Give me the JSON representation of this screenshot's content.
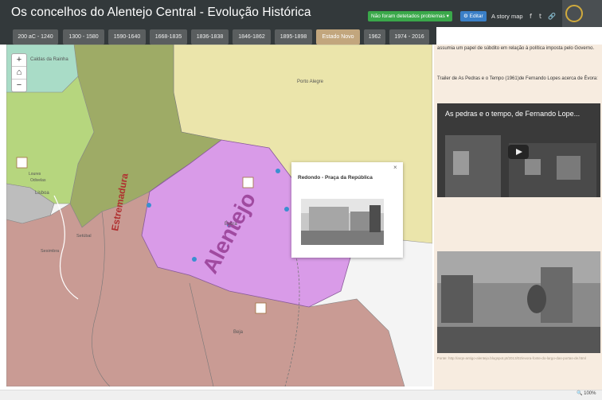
{
  "header": {
    "title": "Os concelhos do Alentejo Central - Evolução Histórica",
    "problems_button": "Não foram detetados problemas ▾",
    "edit_button": "⚙ Editar",
    "story_label": "A story map",
    "social": [
      "f",
      "t",
      "🔗"
    ]
  },
  "tabs": [
    {
      "label": "200 aC - 1240",
      "active": false
    },
    {
      "label": "1300 - 1580",
      "active": false
    },
    {
      "label": "1590-1640",
      "active": false
    },
    {
      "label": "1668-1835",
      "active": false
    },
    {
      "label": "1836-1838",
      "active": false
    },
    {
      "label": "1846-1862",
      "active": false
    },
    {
      "label": "1895-1898",
      "active": false
    },
    {
      "label": "Estado Novo",
      "active": true
    },
    {
      "label": "1962",
      "active": false
    },
    {
      "label": "1974 - 2016",
      "active": false
    }
  ],
  "map": {
    "zoom_in": "+",
    "home": "⌂",
    "zoom_out": "−",
    "labels": {
      "alentejo": "Alentejo",
      "estremadura": "Estremadura",
      "caldas": "Caldas da Rainha",
      "porto_alegre": "Porto Alegre",
      "lisboa": "Lisboa",
      "loures": "Loures",
      "odivelas": "Odivelas",
      "setubal": "Setúbal",
      "sesimbra": "Sesimbra",
      "evora": "Évora",
      "beja": "Beja"
    }
  },
  "popup": {
    "title": "Redondo - Praça da República",
    "close": "×"
  },
  "panel": {
    "text1": "assumia um papel de súbdito em relação à política imposta pelo Governo.",
    "text2": "Trailer de As Pedras e o Tempo (1961)de Fernando Lopes acerca de Évora:",
    "video_title": "As pedras e o tempo, de Fernando Lope...",
    "caption": "Fonte: http://arqs-antigo-alentejo.blogspot.pt/2013/02/evora-fonte-do-largo-das-portas-de.html"
  },
  "status": {
    "zoom": "🔍 100%"
  },
  "colors": {
    "header_bg": "#33393b",
    "active_tab": "#c2a67d",
    "alentejo": "#d89ae8",
    "estremadura": "#c99a93",
    "ribatejo": "#9caa63",
    "beira": "#e9e3a7",
    "right_panel": "#f7ece0"
  }
}
